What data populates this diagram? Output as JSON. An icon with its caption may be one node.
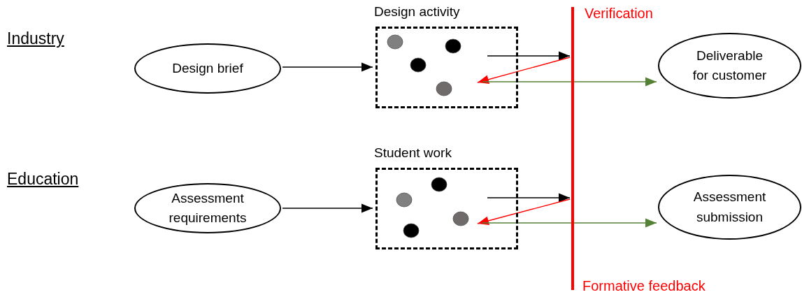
{
  "diagram": {
    "nodes": [
      {
        "text": [
          "Design brief"
        ]
      },
      {
        "text": [
          "Design activity"
        ]
      },
      {
        "text": [
          "Deliverable for customer"
        ]
      },
      {
        "text": [
          "Assessment requirements"
        ]
      },
      {
        "text": [
          "Student work"
        ]
      },
      {
        "text": [
          "Assessment submission"
        ]
      },
      {
        "text": [],
        "shape": "bar",
        "beside": [
          "Verification",
          "Formative feedback"
        ]
      }
    ],
    "edges": [
      {
        "from": 0,
        "to": 1,
        "arrow": "to"
      },
      {
        "from": 1,
        "to": 6,
        "arrow": "to"
      },
      {
        "from": 6,
        "to": 1,
        "arrow": "to",
        "color": "#ff0000"
      },
      {
        "from": 1,
        "to": 2,
        "arrow": "to",
        "color": "#548235"
      },
      {
        "from": 3,
        "to": 4,
        "arrow": "to"
      },
      {
        "from": 4,
        "to": 6,
        "arrow": "to"
      },
      {
        "from": 6,
        "to": 4,
        "arrow": "to",
        "color": "#ff0000"
      },
      {
        "from": 4,
        "to": 5,
        "arrow": "to",
        "color": "#548235"
      }
    ],
    "labels": [
      "Industry",
      "Education"
    ]
  }
}
